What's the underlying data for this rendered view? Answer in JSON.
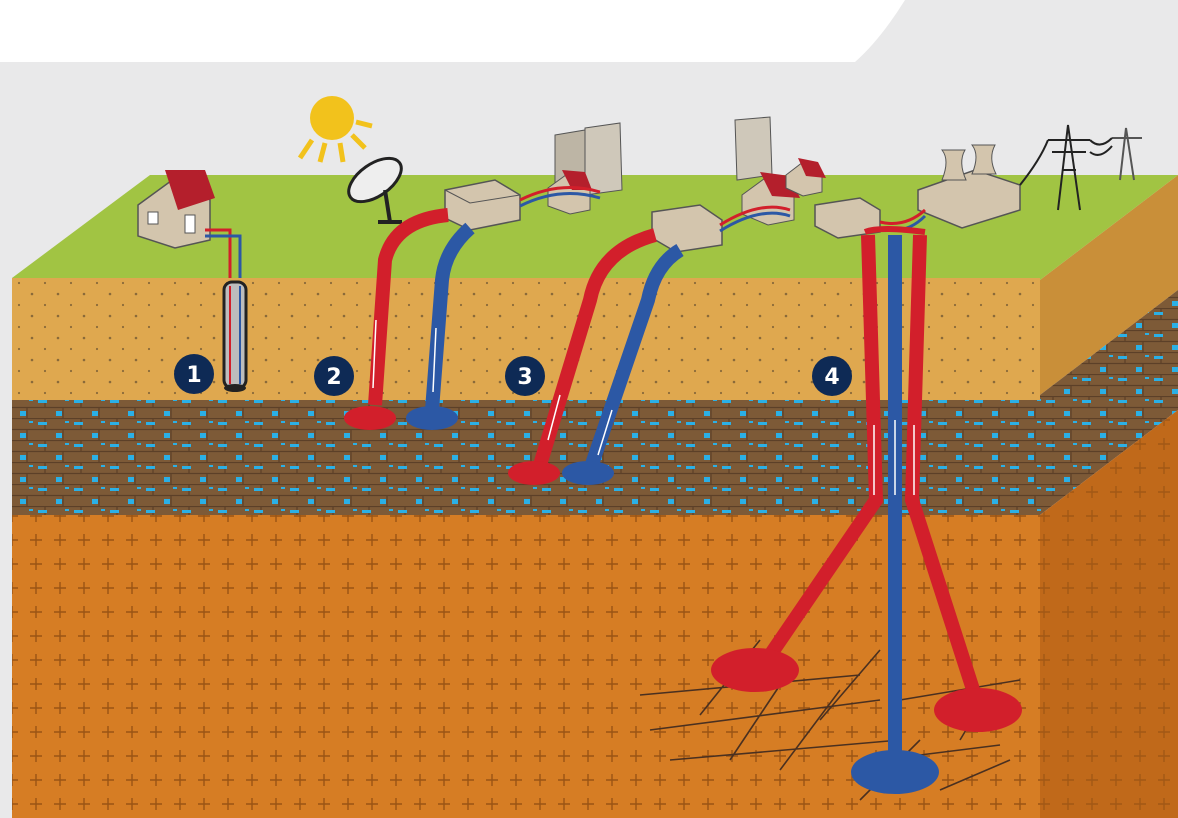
{
  "markers": [
    {
      "id": "1",
      "label": "1"
    },
    {
      "id": "2",
      "label": "2"
    },
    {
      "id": "3",
      "label": "3"
    },
    {
      "id": "4",
      "label": "4"
    }
  ],
  "colors": {
    "background_sky": "#e9e9ea",
    "surface_grass": "#a1c443",
    "sand_layer": "#dfa84f",
    "sand_side": "#c98f39",
    "aquifer_rock": "#7d5a37",
    "aquifer_water": "#2bb0e6",
    "bedrock": "#d67d24",
    "bedrock_side": "#c0691a",
    "hot_pipe": "#d21f2b",
    "cold_pipe": "#2c58a5",
    "marker_badge": "#0e2a55",
    "sun": "#f2c21c",
    "roof": "#b41f2c",
    "building": "#d3c5ad"
  },
  "icons": [
    "sun-icon",
    "satellite-dish-icon",
    "house-icon",
    "apartment-building-icon",
    "heat-exchanger-box-icon",
    "power-plant-icon",
    "power-pylon-icon"
  ]
}
